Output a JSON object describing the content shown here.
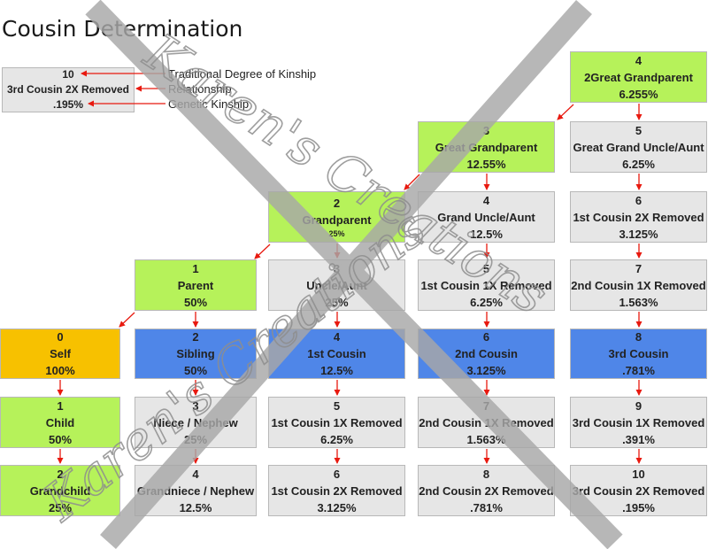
{
  "title": "Cousin Determination",
  "colors": {
    "green": "#b6f25a",
    "gray": "#e6e6e6",
    "blue": "#4f86e8",
    "gold": "#f7c100",
    "arrow": "#e8190f",
    "watermark": "#9a9a9a"
  },
  "legend": {
    "example": {
      "degree": "10",
      "relationship": "3rd Cousin 2X Removed",
      "genetic": ".195%"
    },
    "labels": [
      "Traditional Degree of Kinship",
      "Relationship",
      "Genetic Kinship"
    ]
  },
  "watermark": {
    "text": "Karen's Creations"
  },
  "boxes": {
    "great2_grandparent": {
      "degree": "4",
      "relationship": "2Great Grandparent",
      "genetic": "6.255%"
    },
    "great_grandparent": {
      "degree": "3",
      "relationship": "Great Grandparent",
      "genetic": "12.55%"
    },
    "great_grand_uncle_aunt": {
      "degree": "5",
      "relationship": "Great Grand Uncle/Aunt",
      "genetic": "6.25%"
    },
    "grandparent": {
      "degree": "2",
      "relationship": "Grandparent",
      "genetic": "25%"
    },
    "grand_uncle_aunt": {
      "degree": "4",
      "relationship": "Grand Uncle/Aunt",
      "genetic": "12.5%"
    },
    "first_cousin_2x_top": {
      "degree": "6",
      "relationship": "1st Cousin 2X Removed",
      "genetic": "3.125%"
    },
    "parent": {
      "degree": "1",
      "relationship": "Parent",
      "genetic": "50%"
    },
    "uncle_aunt": {
      "degree": "3",
      "relationship": "Uncle/Aunt",
      "genetic": "25%"
    },
    "first_cousin_1x_top": {
      "degree": "5",
      "relationship": "1st Cousin 1X Removed",
      "genetic": "6.25%"
    },
    "second_cousin_1x_top": {
      "degree": "7",
      "relationship": "2nd Cousin 1X Removed",
      "genetic": "1.563%"
    },
    "self": {
      "degree": "0",
      "relationship": "Self",
      "genetic": "100%"
    },
    "sibling": {
      "degree": "2",
      "relationship": "Sibling",
      "genetic": "50%"
    },
    "first_cousin": {
      "degree": "4",
      "relationship": "1st Cousin",
      "genetic": "12.5%"
    },
    "second_cousin": {
      "degree": "6",
      "relationship": "2nd Cousin",
      "genetic": "3.125%"
    },
    "third_cousin": {
      "degree": "8",
      "relationship": "3rd Cousin",
      "genetic": ".781%"
    },
    "child": {
      "degree": "1",
      "relationship": "Child",
      "genetic": "50%"
    },
    "niece_nephew": {
      "degree": "3",
      "relationship": "Niece / Nephew",
      "genetic": "25%"
    },
    "first_cousin_1x_bottom": {
      "degree": "5",
      "relationship": "1st Cousin 1X Removed",
      "genetic": "6.25%"
    },
    "second_cousin_1x_bottom": {
      "degree": "7",
      "relationship": "2nd Cousin 1X Removed",
      "genetic": "1.563%"
    },
    "third_cousin_1x_bottom": {
      "degree": "9",
      "relationship": "3rd Cousin 1X Removed",
      "genetic": ".391%"
    },
    "grandchild": {
      "degree": "2",
      "relationship": "Grandchild",
      "genetic": "25%"
    },
    "grandniece_nephew": {
      "degree": "4",
      "relationship": "Grandniece / Nephew",
      "genetic": "12.5%"
    },
    "first_cousin_2x_bottom": {
      "degree": "6",
      "relationship": "1st Cousin 2X Removed",
      "genetic": "3.125%"
    },
    "second_cousin_2x_bottom": {
      "degree": "8",
      "relationship": "2nd Cousin 2X Removed",
      "genetic": ".781%"
    },
    "third_cousin_2x_bottom": {
      "degree": "10",
      "relationship": "3rd Cousin 2X Removed",
      "genetic": ".195%"
    }
  }
}
